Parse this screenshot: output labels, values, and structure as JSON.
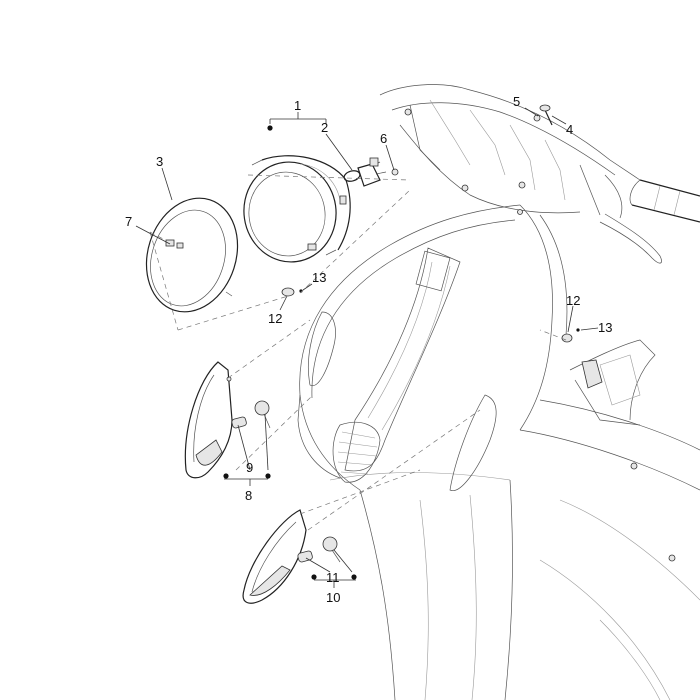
{
  "callouts": [
    {
      "id": "c1",
      "text": "1"
    },
    {
      "id": "c2",
      "text": "2"
    },
    {
      "id": "c3",
      "text": "3"
    },
    {
      "id": "c4",
      "text": "4"
    },
    {
      "id": "c5",
      "text": "5"
    },
    {
      "id": "c6",
      "text": "6"
    },
    {
      "id": "c7",
      "text": "7"
    },
    {
      "id": "c8",
      "text": "8"
    },
    {
      "id": "c9",
      "text": "9"
    },
    {
      "id": "c10",
      "text": "10"
    },
    {
      "id": "c11",
      "text": "11"
    },
    {
      "id": "c12a",
      "text": "12"
    },
    {
      "id": "c12b",
      "text": "12"
    },
    {
      "id": "c13a",
      "text": "13"
    },
    {
      "id": "c13b",
      "text": "13"
    }
  ]
}
